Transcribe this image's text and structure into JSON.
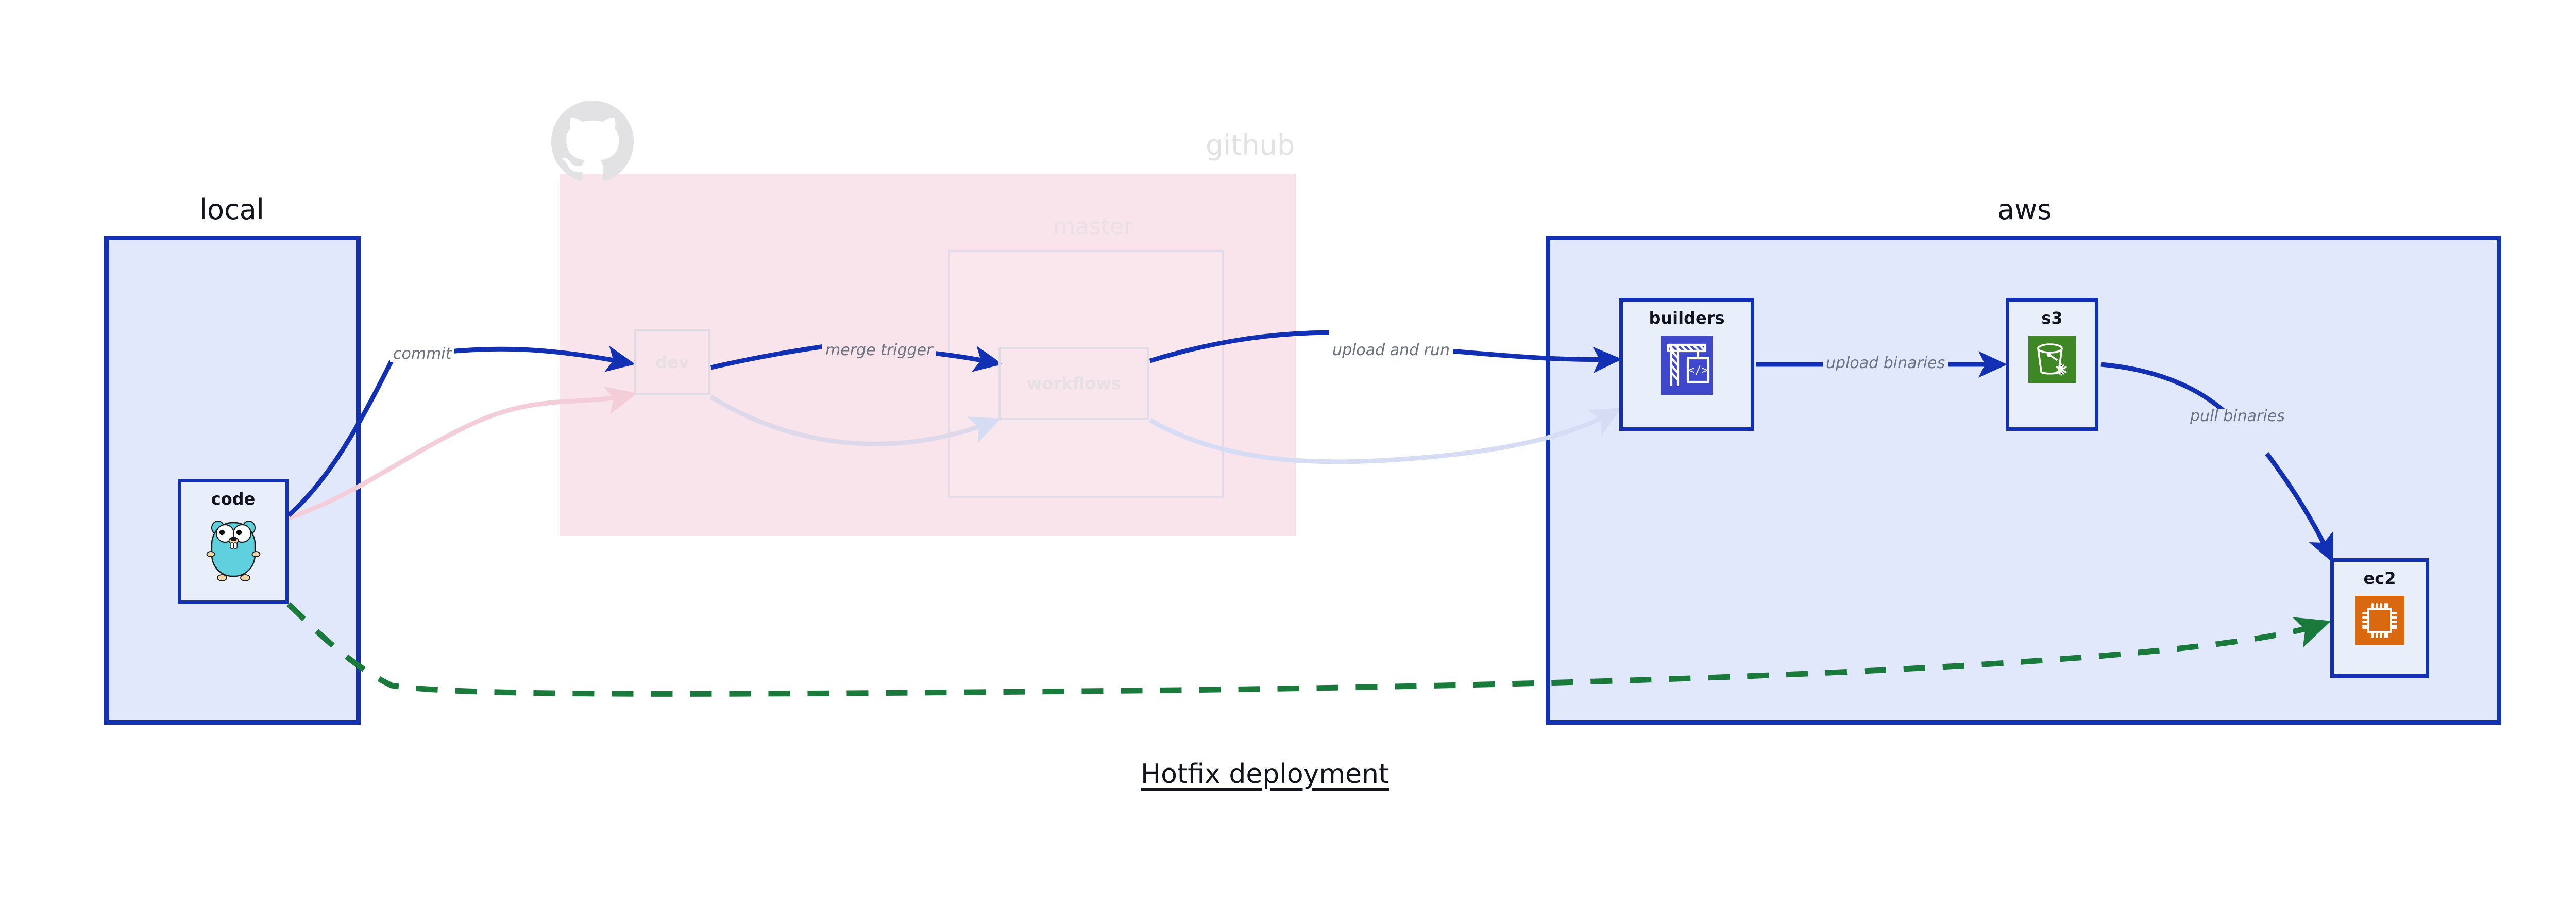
{
  "diagram": {
    "caption": "Hotfix deployment",
    "colors": {
      "group_border_blue": "#1230b4",
      "group_fill_blue": "#e2e8fb",
      "github_fill_pink": "#f8e4ea",
      "edge_blue": "#1230b4",
      "edge_green_dashed": "#1a7a3c",
      "faded_gray": "#e2e2e4",
      "label_gray": "#6b7280",
      "codebuild_blue": "#3f48cc",
      "s3_green": "#3f8624",
      "ec2_orange": "#d9680e",
      "gopher_teal": "#5fd0dd"
    },
    "groups": [
      {
        "id": "local",
        "title": "local",
        "faded": false
      },
      {
        "id": "github",
        "title": "github",
        "faded": true
      },
      {
        "id": "aws",
        "title": "aws",
        "faded": false
      }
    ],
    "subgroups": [
      {
        "id": "master",
        "title": "master",
        "faded": true
      }
    ],
    "nodes": [
      {
        "id": "code",
        "label": "code",
        "icon": "go-gopher-icon",
        "faded": false
      },
      {
        "id": "dev",
        "label": "dev",
        "icon": "none",
        "faded": true
      },
      {
        "id": "workflows",
        "label": "workflows",
        "icon": "none",
        "faded": true
      },
      {
        "id": "builders",
        "label": "builders",
        "icon": "aws-codebuild-icon",
        "faded": false
      },
      {
        "id": "s3",
        "label": "s3",
        "icon": "aws-s3-icon",
        "faded": false
      },
      {
        "id": "ec2",
        "label": "ec2",
        "icon": "aws-ec2-icon",
        "faded": false
      }
    ],
    "edges": [
      {
        "id": "e1",
        "from": "code",
        "to": "dev",
        "label": "commit",
        "style": "solid-blue",
        "on": "white"
      },
      {
        "id": "e2",
        "from": "dev",
        "to": "workflows",
        "label": "merge trigger",
        "style": "solid-blue",
        "on": "pink"
      },
      {
        "id": "e3",
        "from": "workflows",
        "to": "builders",
        "label": "upload and run",
        "style": "solid-blue",
        "on": "white"
      },
      {
        "id": "e4",
        "from": "builders",
        "to": "s3",
        "label": "upload binaries",
        "style": "solid-blue",
        "on": "blue"
      },
      {
        "id": "e5",
        "from": "s3",
        "to": "ec2",
        "label": "pull binaries",
        "style": "solid-blue",
        "on": "blue"
      },
      {
        "id": "e6",
        "from": "code",
        "to": "ec2",
        "label": "",
        "style": "dashed-green",
        "on": "white"
      }
    ],
    "icons": {
      "github_logo": "github-octocat-icon"
    }
  }
}
